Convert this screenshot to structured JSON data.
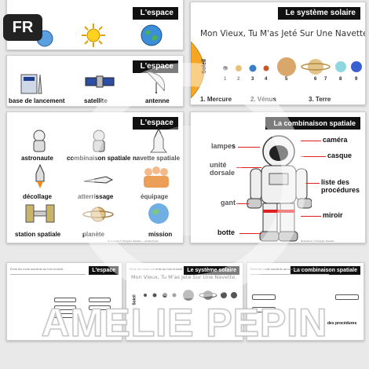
{
  "badge": {
    "lang": "FR"
  },
  "brand": {
    "text": "AMELIE PEPIN"
  },
  "cards": {
    "espace_top": {
      "title": "L'espace"
    },
    "espace_mid": {
      "title": "L'espace",
      "labels": [
        "base de lancement",
        "satellite",
        "antenne"
      ]
    },
    "espace_big": {
      "title": "L'espace",
      "labels": [
        "astronaute",
        "combinaison spatiale",
        "navette spatiale",
        "décollage",
        "atterrissage",
        "équipage",
        "station spatiale",
        "planète",
        "mission"
      ],
      "credit": "Illustrations © Scrappin Doodles — Amélie Pepin"
    },
    "systeme": {
      "title": "Le système solaire",
      "sentence": "Mon Vieux, Tu M'as Jeté Sur Une Navette.",
      "sun_label": "Soleil",
      "numbers": [
        "1",
        "2",
        "3",
        "4",
        "5",
        "6",
        "7",
        "8",
        "9"
      ],
      "tabs": [
        "1. Mercure",
        "2. Vénus",
        "3. Terre"
      ]
    },
    "combinaison": {
      "title": "La combinaison spatiale",
      "labels": {
        "lampes": "lampes",
        "unite": "unité\ndorsale",
        "gant": "gant",
        "botte": "botte",
        "camera": "caméra",
        "casque": "casque",
        "liste": "liste des\nprocédures",
        "miroir": "miroir"
      },
      "credit": "Illustrations © Scrappin Doodles"
    },
    "ws1": {
      "title": "L'espace",
      "instruction": "Écris les mots suivants au bon endroit :"
    },
    "ws2": {
      "title": "Le système solaire",
      "instruction": "Écris les mots suivants au bon endroit :",
      "sentence": "Mon Vieux, Tu M'as Jeté Sur Une Navette.",
      "sun_label": "Soleil"
    },
    "ws3": {
      "title": "La combinaison spatiale",
      "instruction": "Écris les mots suivants au bon endroit :",
      "tag": "des procédures"
    }
  },
  "colors": {
    "accent_red": "#e02020",
    "header_bg": "#111111",
    "badge_bg": "#222222"
  }
}
